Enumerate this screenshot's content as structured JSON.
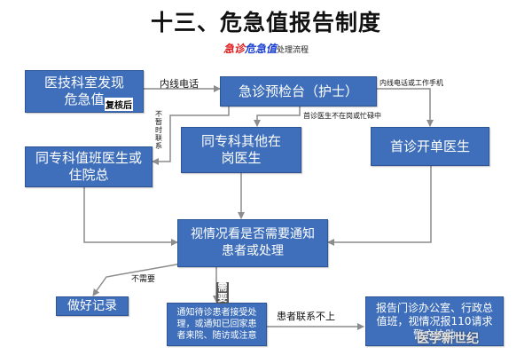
{
  "title": "十三、危急值报告制度",
  "subtitle": {
    "part1": "急诊",
    "part2": "危急值",
    "part3": "处理流程"
  },
  "nodes": {
    "discover": "医技科室发现危急值",
    "review": "复核后",
    "triage": "急诊预检台（护士）",
    "same_dept_duty": "同专科值班医生或住院总",
    "same_dept_other": "同专科其他在岗医生",
    "first_doctor": "首诊开单医生",
    "decide": "视情况看是否需要通知患者或处理",
    "record": "做好记录",
    "notify": "通知待诊患者接受处理，或通知已回家患者来院、随访或注意",
    "report": "报告门诊办公室、行政总值班，视情况报110请求警方协助"
  },
  "edges": {
    "internal_phone": "内线电话",
    "internal_or_mobile": "内线电话或工作手机",
    "first_doctor_busy": "首诊医生不在岗或忙碌中",
    "not_timely": "不暂时联系",
    "no_need": "不需要",
    "need": "需要",
    "unreachable": "患者联系不上"
  },
  "watermark": "医学新世纪",
  "colors": {
    "box_fill": "#3f6fba",
    "line": "#8c8c8c",
    "title_red": "#e01b1b",
    "title_blue": "#1a3fd0"
  }
}
